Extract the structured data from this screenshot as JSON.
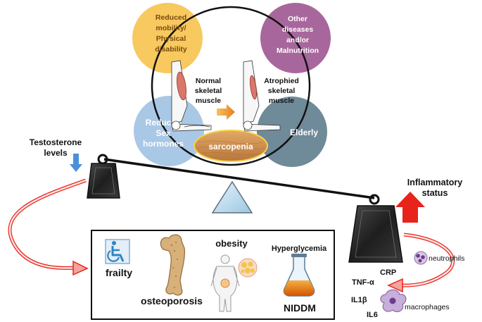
{
  "circles": {
    "top_left": {
      "lines": [
        "Reduced",
        "mobility/",
        "Physical",
        "disability"
      ],
      "color": "#F7C95E",
      "text_color": "#7A4A10"
    },
    "top_right": {
      "lines": [
        "Other",
        "diseases",
        "and/or",
        "Malnutrition"
      ],
      "color": "#A8679C",
      "text_color": "#FFFFFF"
    },
    "bottom_left": {
      "lines": [
        "Reduced",
        "Sex",
        "hormones"
      ],
      "color": "#A9C8E6",
      "text_color": "#FFFFFF"
    },
    "bottom_right": {
      "lines": [
        "Elderly"
      ],
      "color": "#6F8A98",
      "text_color": "#FFFFFF"
    }
  },
  "muscle": {
    "normal_lines": [
      "Normal",
      "skeletal",
      "muscle"
    ],
    "atrophied_lines": [
      "Atrophied",
      "skeletal",
      "muscle"
    ]
  },
  "sarcopenia_label": "sarcopenia",
  "testosterone_lines": [
    "Testosterone",
    "levels"
  ],
  "inflammatory_lines": [
    "Inflammatory",
    "status"
  ],
  "conditions": {
    "frailty": "frailty",
    "osteoporosis": "osteoporosis",
    "obesity": "obesity",
    "hyperglycemia": "Hyperglycemia",
    "niddm": "NIDDM"
  },
  "inflammation": {
    "neutrophils": "neutrophils",
    "crp": "CRP",
    "tnf": "TNF-α",
    "il1b": "IL1β",
    "macrophages": "macrophages",
    "il6": "IL6"
  },
  "colors": {
    "red_arrow": "#E8231B",
    "blue_arrow": "#4A90D9",
    "orange_arrow": "#F39C12",
    "sarcopenia_fill": "#C98A4E",
    "fulcrum": "#BFDDF0",
    "weight": "#2B2B2B"
  }
}
